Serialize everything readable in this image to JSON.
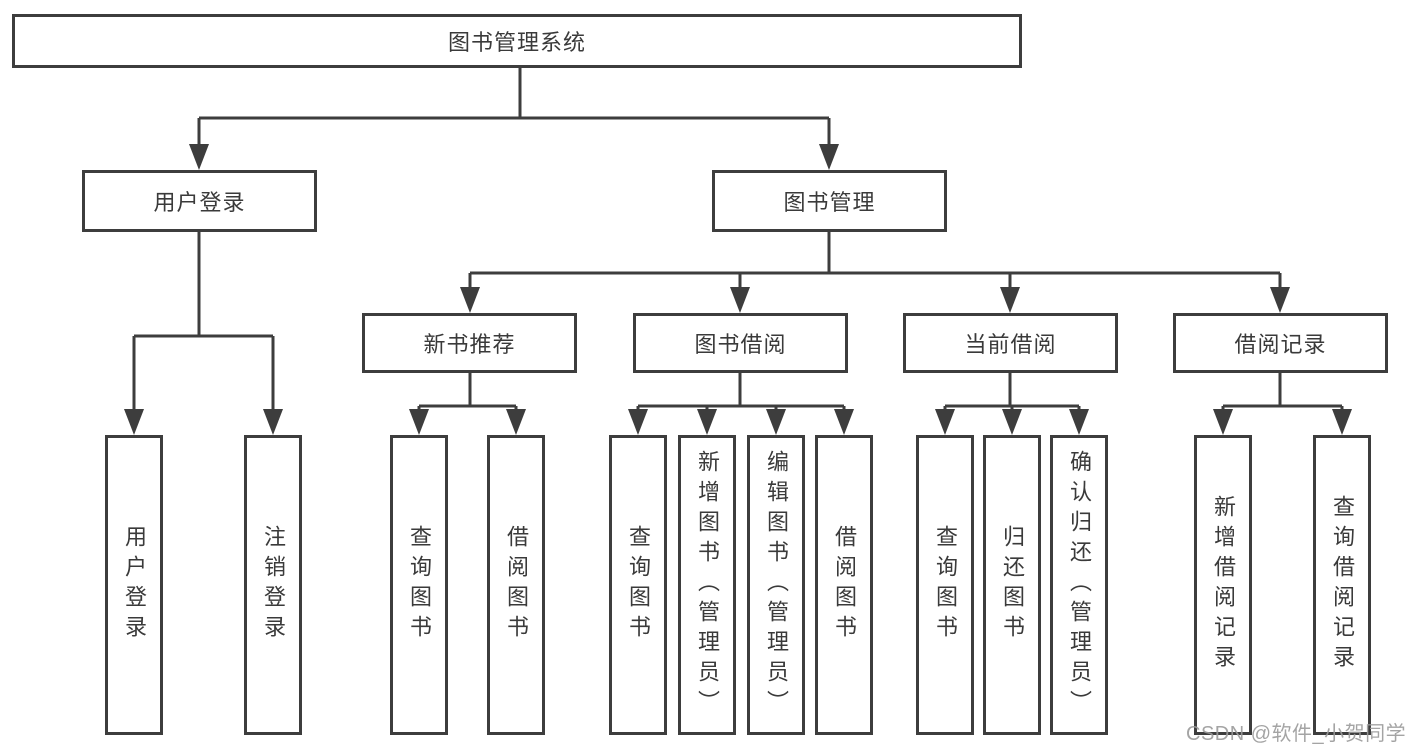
{
  "tree": {
    "root": "图书管理系统",
    "level2": [
      "用户登录",
      "图书管理"
    ],
    "level3": [
      "新书推荐",
      "图书借阅",
      "当前借阅",
      "借阅记录"
    ],
    "leaves": {
      "user_login": [
        "用户登录",
        "注销登录"
      ],
      "new_book_recommend": [
        "查询图书",
        "借阅图书"
      ],
      "book_borrowing": [
        "查询图书",
        "新增图书（管理员）",
        "编辑图书（管理员）",
        "借阅图书"
      ],
      "current_borrowing": [
        "查询图书",
        "归还图书",
        "确认归还（管理员）"
      ],
      "borrowing_records": [
        "新增借阅记录",
        "查询借阅记录"
      ]
    }
  },
  "watermark": "CSDN @软件_小贺同学",
  "colors": {
    "line": "#3d3d3d",
    "box_border": "#3d3d3d",
    "text": "#3a3a3a",
    "bg": "#ffffff",
    "watermark": "#9b9b9b"
  }
}
